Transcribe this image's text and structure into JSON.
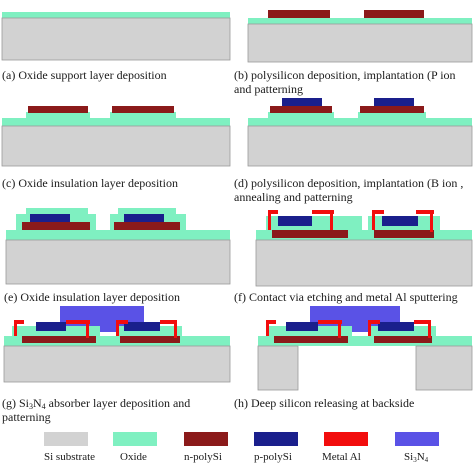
{
  "colors": {
    "si_substrate": "#d2d2d2",
    "oxide": "#7ff0c1",
    "n_polysi": "#8b1a1a",
    "p_polysi": "#1a1f8c",
    "metal_al": "#f20d0d",
    "si3n4": "#5a52e6"
  },
  "panels": [
    {
      "id": "a",
      "caption": "(a) Oxide support layer deposition"
    },
    {
      "id": "b",
      "caption": "(b) polysilicon deposition, implantation (P ion and patterning"
    },
    {
      "id": "c",
      "caption": "(c) Oxide insulation layer deposition"
    },
    {
      "id": "d",
      "caption": "(d) polysilicon deposition, implantation (B ion , annealing and patterning"
    },
    {
      "id": "e",
      "caption": "(e) Oxide insulation layer deposition"
    },
    {
      "id": "f",
      "caption": "(f) Contact via etching and metal Al sputtering"
    },
    {
      "id": "g",
      "caption": "(g) Si3N4 absorber layer deposition and patterning"
    },
    {
      "id": "h",
      "caption": "(h) Deep silicon releasing at backside"
    }
  ],
  "legend": [
    {
      "key": "si_substrate",
      "label": "Si substrate"
    },
    {
      "key": "oxide",
      "label": "Oxide"
    },
    {
      "key": "n_polysi",
      "label": "n-polySi"
    },
    {
      "key": "p_polysi",
      "label": "p-polySi"
    },
    {
      "key": "metal_al",
      "label": "Metal Al"
    },
    {
      "key": "si3n4",
      "label": "Si3N4"
    }
  ]
}
